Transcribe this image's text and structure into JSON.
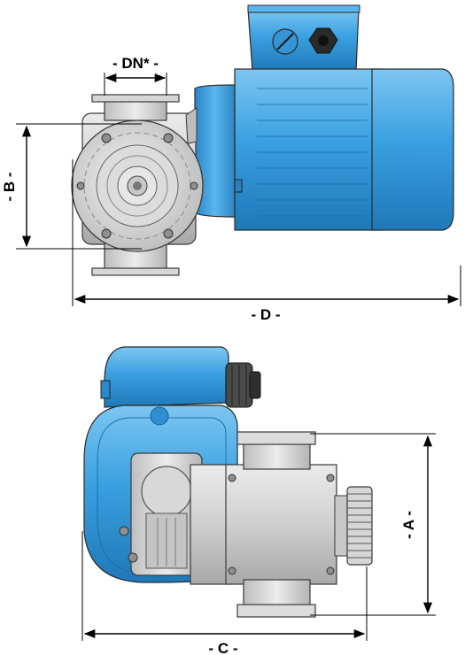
{
  "dimensions": {
    "dn": "- DN* -",
    "b": "- B -",
    "d": "- D -",
    "a": "- A -",
    "c": "- C -"
  },
  "colors": {
    "motor_blue": "#3aa0e0",
    "motor_blue_dark": "#1f7fc0",
    "body_gray": "#cfcfcf",
    "body_gray_dark": "#9a9a9a",
    "outline": "#3a3a3a",
    "dimension_line": "#000000"
  }
}
